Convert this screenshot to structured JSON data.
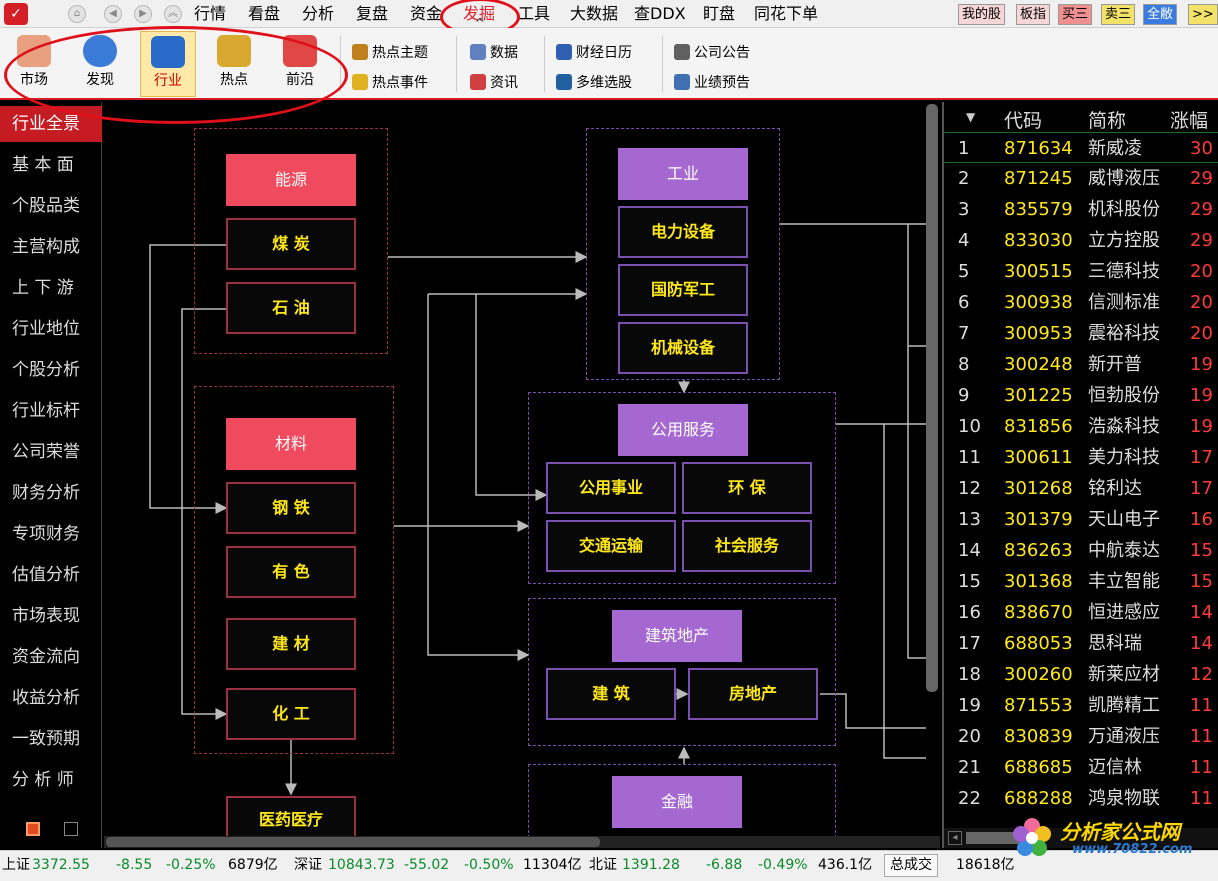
{
  "menubar": {
    "logo": "✓",
    "nav_icons": [
      "⌂",
      "◀",
      "▶",
      "︽"
    ],
    "items": [
      "行情",
      "看盘",
      "分析",
      "复盘",
      "资金",
      "发掘",
      "工具",
      "大数据",
      "查DDX",
      "盯盘",
      "同花下单"
    ],
    "active_item": "发掘",
    "active_caret": "^",
    "right_buttons": [
      {
        "label": "我的股",
        "style": "plain"
      },
      {
        "label": "板指",
        "style": "plain"
      },
      {
        "label": "买三",
        "style": "buy"
      },
      {
        "label": "卖三",
        "style": "sell"
      },
      {
        "label": "全敝",
        "style": "blue"
      },
      {
        "label": ">>",
        "style": "sell"
      }
    ]
  },
  "toolbar": {
    "big_buttons": [
      {
        "label": "市场",
        "icon": "market-icon",
        "color": "#e8a080"
      },
      {
        "label": "发现",
        "icon": "globe-icon",
        "color": "#3b7bd8"
      },
      {
        "label": "行业",
        "icon": "industry-icon",
        "color": "#2a6ac8",
        "selected": true
      },
      {
        "label": "热点",
        "icon": "hotspot-icon",
        "color": "#d8a830"
      },
      {
        "label": "前沿",
        "icon": "frontier-icon",
        "color": "#e04848"
      }
    ],
    "small_buttons": [
      {
        "label": "热点主题",
        "icon": "theme-icon",
        "color": "#c08020"
      },
      {
        "label": "热点事件",
        "icon": "event-icon",
        "color": "#e0b020"
      },
      {
        "label": "数据",
        "icon": "data-icon",
        "color": "#6080c0"
      },
      {
        "label": "资讯",
        "icon": "news-icon",
        "color": "#d04040"
      },
      {
        "label": "财经日历",
        "icon": "calendar-icon",
        "color": "#3060b0"
      },
      {
        "label": "多维选股",
        "icon": "multi-select-icon",
        "color": "#2060a0"
      },
      {
        "label": "公司公告",
        "icon": "announcement-icon",
        "color": "#606060"
      },
      {
        "label": "业绩预告",
        "icon": "forecast-icon",
        "color": "#4070b0"
      }
    ]
  },
  "sidebar": {
    "items": [
      "行业全景",
      "基 本 面",
      "个股品类",
      "主营构成",
      "上 下 游",
      "行业地位",
      "个股分析",
      "行业标杆",
      "公司荣誉",
      "财务分析",
      "专项财务",
      "估值分析",
      "市场表现",
      "资金流向",
      "收益分析",
      "一致预期",
      "分 析 师"
    ],
    "active_index": 0
  },
  "diagram": {
    "energy": {
      "title": "能源",
      "items": [
        "煤 炭",
        "石 油"
      ]
    },
    "materials": {
      "title": "材料",
      "items": [
        "钢 铁",
        "有 色",
        "建 材",
        "化 工"
      ]
    },
    "medical": {
      "title": "医药医疗"
    },
    "industry": {
      "title": "工业",
      "items": [
        "电力设备",
        "国防军工",
        "机械设备"
      ]
    },
    "utilities": {
      "title": "公用服务",
      "items": [
        "公用事业",
        "环 保",
        "交通运输",
        "社会服务"
      ]
    },
    "realestate": {
      "title": "建筑地产",
      "items": [
        "建 筑",
        "房地产"
      ]
    },
    "finance": {
      "title": "金融"
    }
  },
  "stocklist": {
    "headers": {
      "code": "代码",
      "name": "简称",
      "change": "涨幅"
    },
    "sort_indicator": "▼",
    "rows": [
      {
        "idx": "1",
        "code": "871634",
        "name": "新威凌",
        "chg": "30"
      },
      {
        "idx": "2",
        "code": "871245",
        "name": "威博液压",
        "chg": "29"
      },
      {
        "idx": "3",
        "code": "835579",
        "name": "机科股份",
        "chg": "29"
      },
      {
        "idx": "4",
        "code": "833030",
        "name": "立方控股",
        "chg": "29"
      },
      {
        "idx": "5",
        "code": "300515",
        "name": "三德科技",
        "chg": "20"
      },
      {
        "idx": "6",
        "code": "300938",
        "name": "信测标准",
        "chg": "20"
      },
      {
        "idx": "7",
        "code": "300953",
        "name": "震裕科技",
        "chg": "20"
      },
      {
        "idx": "8",
        "code": "300248",
        "name": "新开普",
        "chg": "19"
      },
      {
        "idx": "9",
        "code": "301225",
        "name": "恒勃股份",
        "chg": "19"
      },
      {
        "idx": "10",
        "code": "831856",
        "name": "浩淼科技",
        "chg": "19"
      },
      {
        "idx": "11",
        "code": "300611",
        "name": "美力科技",
        "chg": "17"
      },
      {
        "idx": "12",
        "code": "301268",
        "name": "铭利达",
        "chg": "17"
      },
      {
        "idx": "13",
        "code": "301379",
        "name": "天山电子",
        "chg": "16"
      },
      {
        "idx": "14",
        "code": "836263",
        "name": "中航泰达",
        "chg": "15"
      },
      {
        "idx": "15",
        "code": "301368",
        "name": "丰立智能",
        "chg": "15"
      },
      {
        "idx": "16",
        "code": "838670",
        "name": "恒进感应",
        "chg": "14"
      },
      {
        "idx": "17",
        "code": "688053",
        "name": "思科瑞",
        "chg": "14"
      },
      {
        "idx": "18",
        "code": "300260",
        "name": "新莱应材",
        "chg": "12"
      },
      {
        "idx": "19",
        "code": "871553",
        "name": "凯腾精工",
        "chg": "11"
      },
      {
        "idx": "20",
        "code": "830839",
        "name": "万通液压",
        "chg": "11"
      },
      {
        "idx": "21",
        "code": "688685",
        "name": "迈信林",
        "chg": "11"
      },
      {
        "idx": "22",
        "code": "688288",
        "name": "鸿泉物联",
        "chg": "11"
      }
    ]
  },
  "statusbar": {
    "sh_label": "上证",
    "sh_value": "3372.55",
    "sh_change": "-8.55",
    "sh_pct": "-0.25%",
    "sh_vol": "6879亿",
    "sz_label": "深证",
    "sz_value": "10843.73",
    "sz_change": "-55.02",
    "sz_pct": "-0.50%",
    "sz_vol": "11304亿",
    "bj_label": "北证",
    "bj_value": "1391.28",
    "bj_change": "-6.88",
    "bj_pct": "-0.49%",
    "bj_vol": "436.1亿",
    "total_label": "总成交",
    "total_value": "18618亿"
  },
  "watermark": {
    "title": "分析家公式网",
    "url": "www.70822.com"
  },
  "colors": {
    "accent_red": "#d21c24",
    "node_text": "#ffe81a",
    "red_group_border": "#9a3040",
    "purple_group_border": "#7a4fae",
    "up_red": "#ff3a3a",
    "down_green": "#0a8a2a"
  }
}
